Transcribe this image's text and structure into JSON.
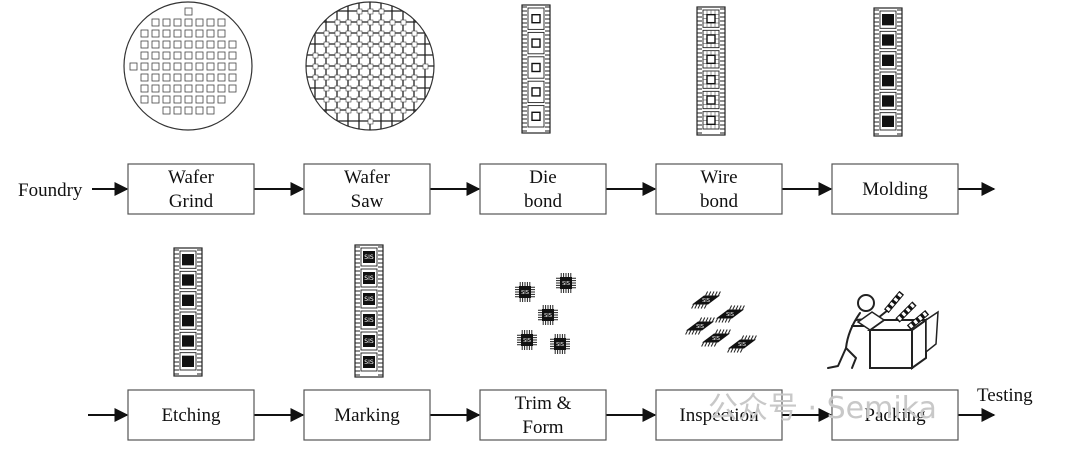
{
  "start_label": "Foundry",
  "end_label": "Testing",
  "row1": [
    {
      "id": "wafer-grind",
      "lines": [
        "Wafer",
        "Grind"
      ]
    },
    {
      "id": "wafer-saw",
      "lines": [
        "Wafer",
        "Saw"
      ]
    },
    {
      "id": "die-bond",
      "lines": [
        "Die",
        "bond"
      ]
    },
    {
      "id": "wire-bond",
      "lines": [
        "Wire",
        "bond"
      ]
    },
    {
      "id": "molding",
      "lines": [
        "Molding"
      ]
    }
  ],
  "row2": [
    {
      "id": "etching",
      "lines": [
        "Etching"
      ]
    },
    {
      "id": "marking",
      "lines": [
        "Marking"
      ]
    },
    {
      "id": "trim-form",
      "lines": [
        "Trim &",
        "Form"
      ]
    },
    {
      "id": "inspection",
      "lines": [
        "Inspection"
      ]
    },
    {
      "id": "packing",
      "lines": [
        "Packing"
      ]
    }
  ],
  "chip_mark": "SIS",
  "watermark": "公众号 · Semika",
  "colors": {
    "stroke": "#555555",
    "text": "#111111",
    "watermark": "#c8c8c8"
  }
}
